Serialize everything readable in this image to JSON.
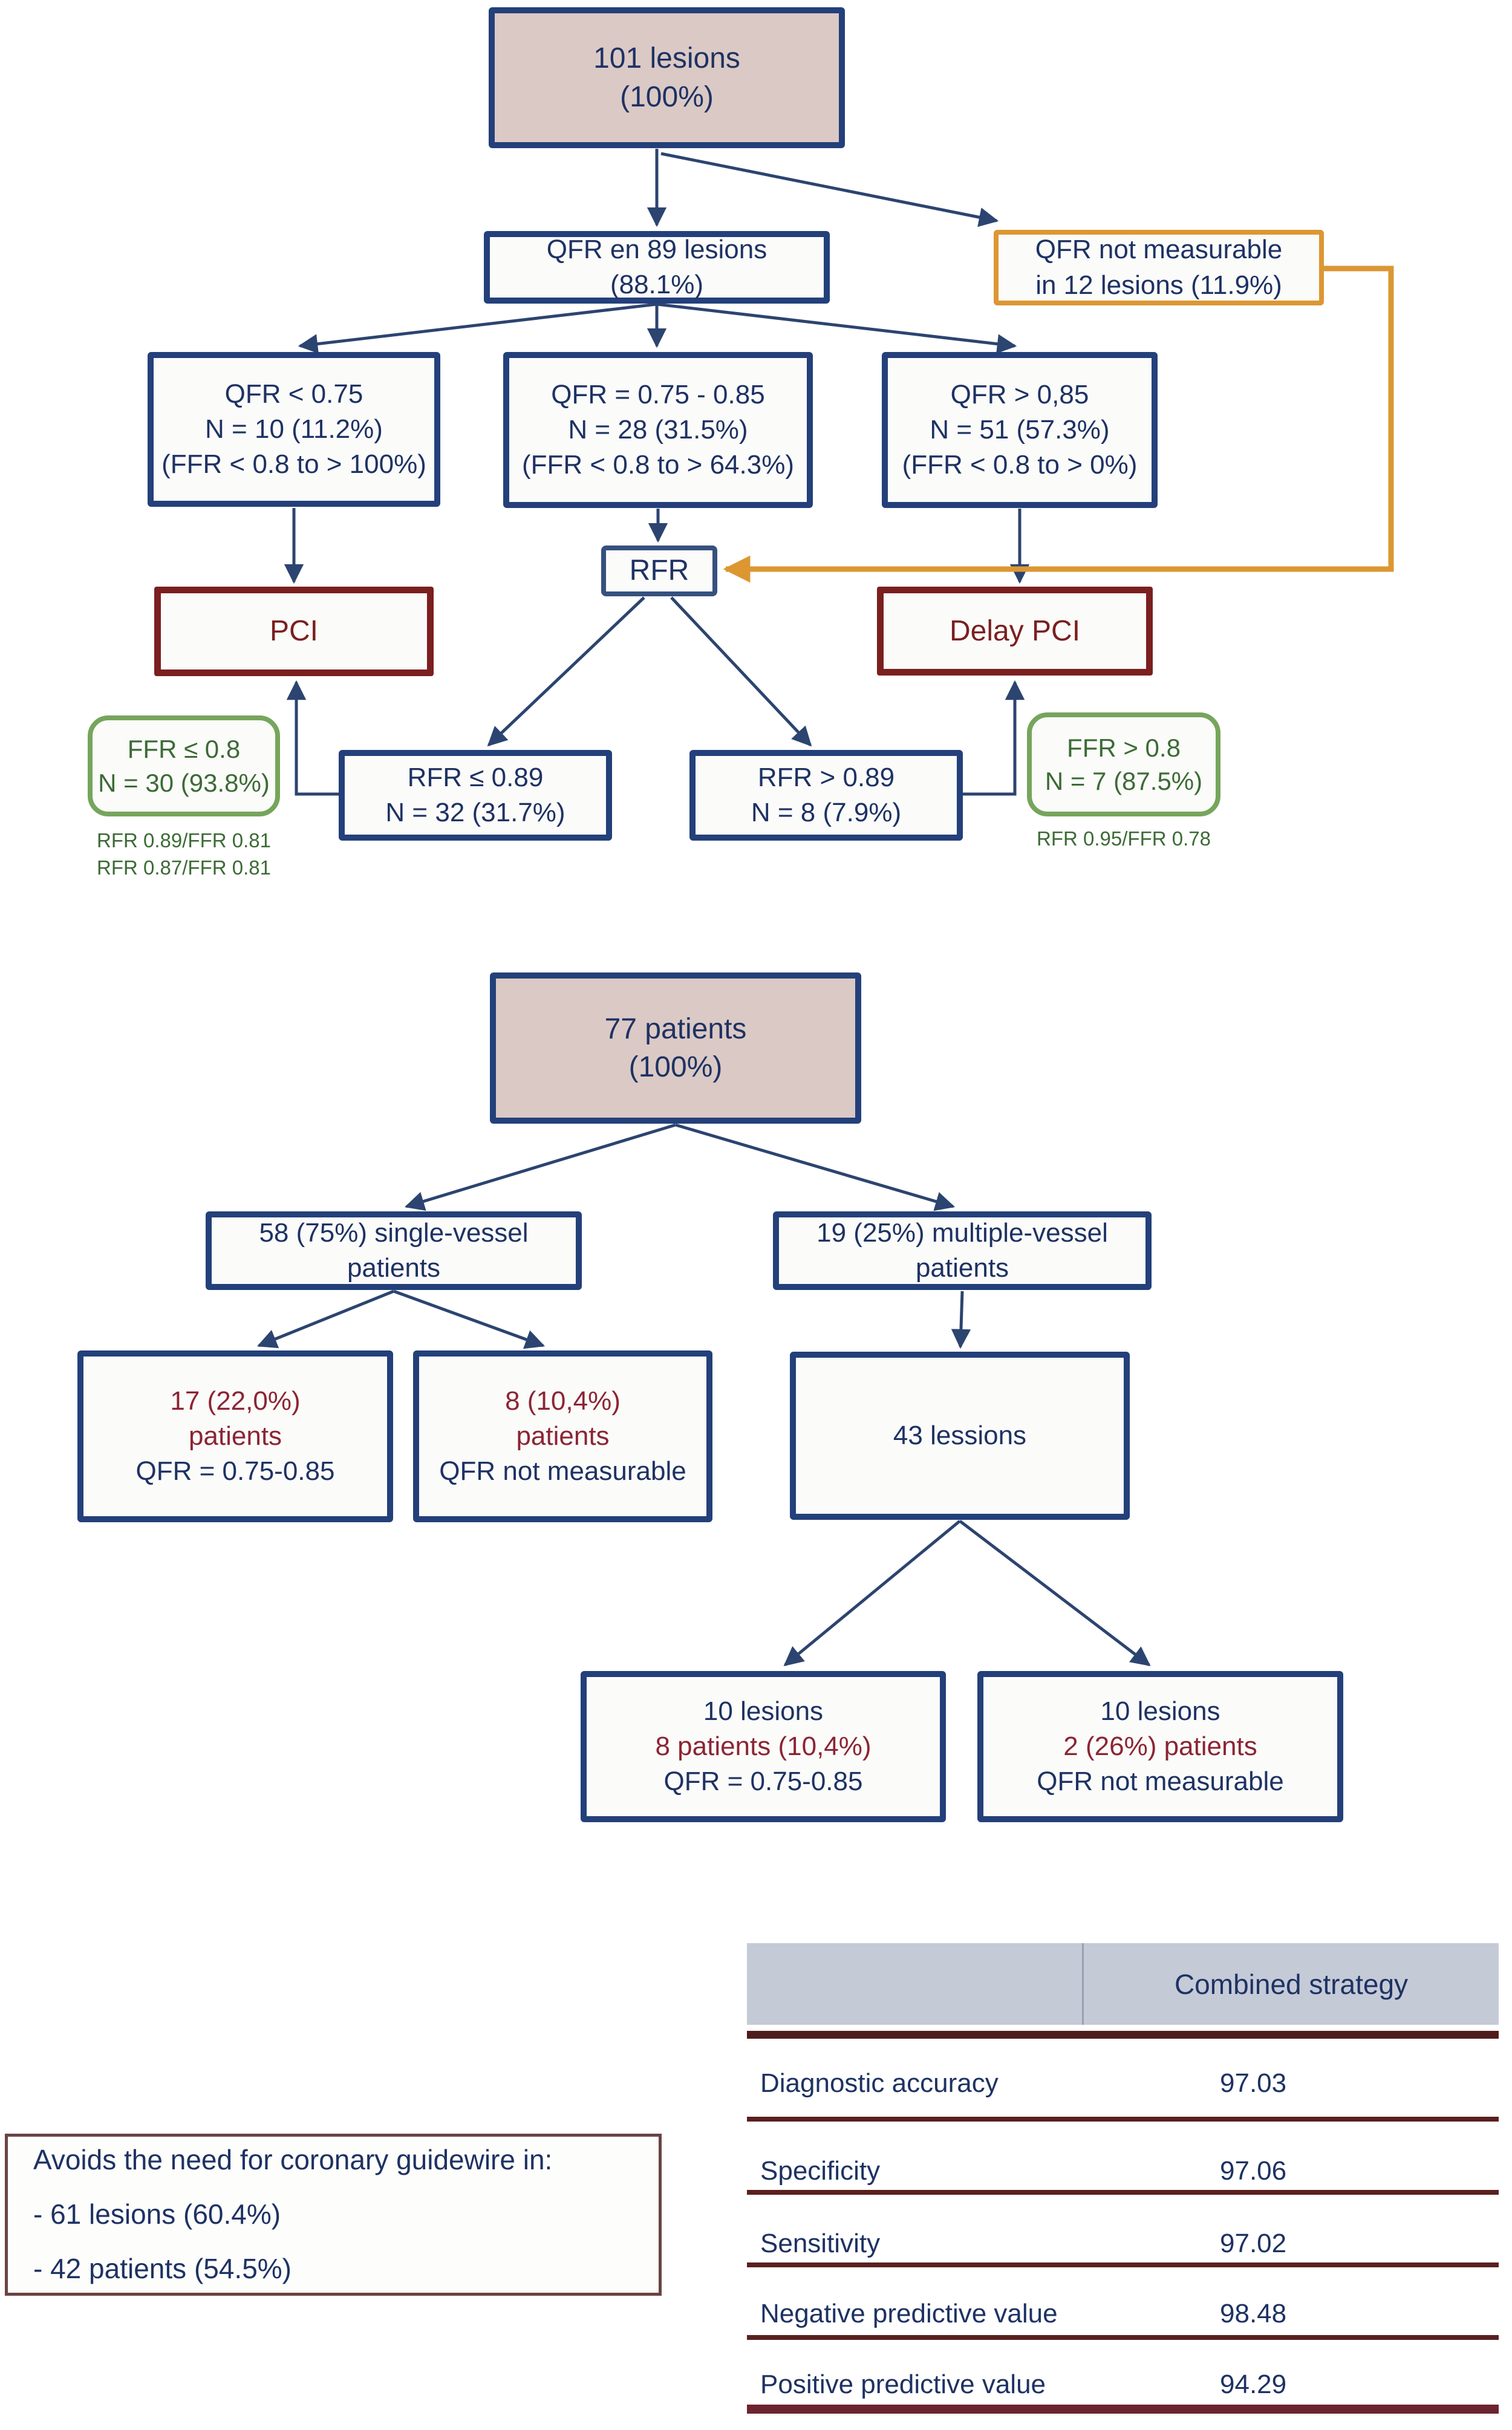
{
  "colors": {
    "navy_border": "#24407a",
    "navy_text": "#1e3263",
    "dark_red": "#7b1f1f",
    "red_text": "#8b2533",
    "green_border": "#76a55c",
    "green_text": "#3c6b35",
    "orange": "#dc9733",
    "pink_fill": "#dbc9c5",
    "table_header_fill": "#c5cad7"
  },
  "flow1": {
    "total": {
      "line1": "101 lesions",
      "line2": "(100%)"
    },
    "qfr_measured": {
      "line1": "QFR en 89 lesions",
      "line2": "(88.1%)"
    },
    "qfr_not_measurable": {
      "line1": "QFR not measurable",
      "line2": "in 12 lesions (11.9%)"
    },
    "qfr_low": {
      "line1": "QFR < 0.75",
      "line2": "N = 10 (11.2%)",
      "line3": "(FFR < 0.8 to > 100%)"
    },
    "qfr_mid": {
      "line1": "QFR = 0.75 - 0.85",
      "line2": "N = 28 (31.5%)",
      "line3": "(FFR < 0.8 to > 64.3%)"
    },
    "qfr_high": {
      "line1": "QFR > 0,85",
      "line2": "N = 51 (57.3%)",
      "line3": "(FFR < 0.8 to > 0%)"
    },
    "rfr": "RFR",
    "pci": "PCI",
    "delay_pci": "Delay PCI",
    "ffr_le": {
      "line1": "FFR ≤ 0.8",
      "line2": "N = 30 (93.8%)",
      "note1": "RFR 0.89/FFR 0.81",
      "note2": "RFR 0.87/FFR 0.81"
    },
    "rfr_le": {
      "line1": "RFR ≤ 0.89",
      "line2": "N = 32 (31.7%)"
    },
    "rfr_gt": {
      "line1": "RFR > 0.89",
      "line2": "N = 8 (7.9%)"
    },
    "ffr_gt": {
      "line1": "FFR > 0.8",
      "line2": "N = 7 (87.5%)",
      "note1": "RFR 0.95/FFR 0.78"
    }
  },
  "flow2": {
    "patients_total": {
      "line1": "77 patients",
      "line2": "(100%)"
    },
    "single_vessel": {
      "line1": "58 (75%) single-vessel",
      "line2": "patients"
    },
    "multiple_vessel": {
      "line1": "19 (25%) multiple-vessel",
      "line2": "patients"
    },
    "patients_17": {
      "line1": "17 (22,0%)",
      "line2": "patients",
      "line3": "QFR = 0.75-0.85"
    },
    "patients_8": {
      "line1": "8 (10,4%)",
      "line2": "patients",
      "line3": "QFR not measurable"
    },
    "lesions_43": {
      "line1": "43 lessions"
    },
    "lesions_10_qfr": {
      "line1": "10 lesions",
      "line2": "8 patients (10,4%)",
      "line3": "QFR = 0.75-0.85"
    },
    "lesions_10_nm": {
      "line1": "10 lesions",
      "line2": "2 (26%) patients",
      "line3": "QFR not measurable"
    }
  },
  "summary_box": {
    "line1": "Avoids the need for coronary guidewire in:",
    "line2": "- 61 lesions (60.4%)",
    "line3": "- 42 patients (54.5%)"
  },
  "table": {
    "header": "Combined strategy",
    "rows": [
      {
        "label": "Diagnostic accuracy",
        "value": "97.03"
      },
      {
        "label": "Specificity",
        "value": "97.06"
      },
      {
        "label": "Sensitivity",
        "value": "97.02"
      },
      {
        "label": "Negative predictive value",
        "value": "98.48"
      },
      {
        "label": "Positive predictive value",
        "value": "94.29"
      }
    ]
  }
}
